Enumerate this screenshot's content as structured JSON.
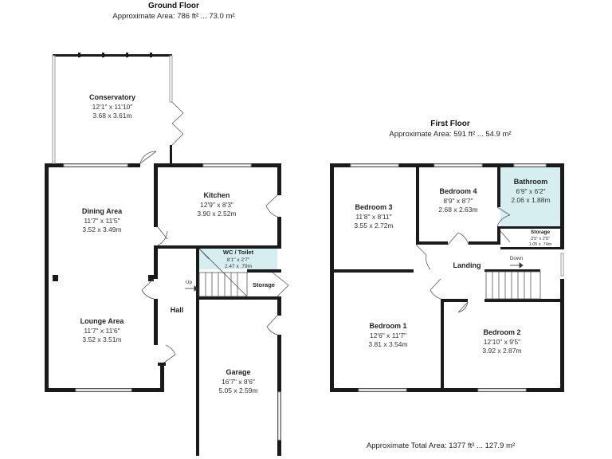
{
  "ground_floor": {
    "title": "Ground Floor",
    "area": "Approximate Area: 786 ft² ... 73.0 m²",
    "rooms": {
      "conservatory": {
        "name": "Conservatory",
        "imperial": "12'1\" x 11'10\"",
        "metric": "3.68 x 3.61m"
      },
      "kitchen": {
        "name": "Kitchen",
        "imperial": "12'9\" x 8'3\"",
        "metric": "3.90 x 2.52m"
      },
      "dining": {
        "name": "Dining Area",
        "imperial": "11'7\" x 11'5\"",
        "metric": "3.52 x 3.49m"
      },
      "wc": {
        "name": "WC / Toilet",
        "imperial": "8'1\" x 2'7\"",
        "metric": "2.47 x .79m"
      },
      "storage": {
        "name": "Storage"
      },
      "hall": {
        "name": "Hall"
      },
      "lounge": {
        "name": "Lounge Area",
        "imperial": "11'7\" x 11'6\"",
        "metric": "3.52 x 3.51m"
      },
      "garage": {
        "name": "Garage",
        "imperial": "16'7\" x 8'6\"",
        "metric": "5.05 x 2.59m"
      }
    },
    "stairs_label": "Up"
  },
  "first_floor": {
    "title": "First Floor",
    "area": "Approximate Area: 591 ft² ... 54.9 m²",
    "rooms": {
      "bedroom3": {
        "name": "Bedroom 3",
        "imperial": "11'8\" x 8'11\"",
        "metric": "3.55 x 2.72m"
      },
      "bedroom4": {
        "name": "Bedroom 4",
        "imperial": "8'9\" x 8'7\"",
        "metric": "2.68 x 2.63m"
      },
      "bathroom": {
        "name": "Bathroom",
        "imperial": "6'9\" x 6'2\"",
        "metric": "2.06 x 1.88m"
      },
      "storage": {
        "name": "Storage",
        "imperial": "3'5\" x 2'5\"",
        "metric": "1.05 x .74m"
      },
      "landing": {
        "name": "Landing"
      },
      "bedroom1": {
        "name": "Bedroom 1",
        "imperial": "12'6\" x 11'7\"",
        "metric": "3.81 x 3.54m"
      },
      "bedroom2": {
        "name": "Bedroom 2",
        "imperial": "12'10\" x 9'5\"",
        "metric": "3.92 x 2.87m"
      }
    },
    "stairs_label": "Down"
  },
  "total_area": "Approximate Total Area: 1377 ft² ... 127.9 m²",
  "colors": {
    "wall": "#1a1a1a",
    "wet_room": "#d6eef0",
    "window": "#9a9a9a"
  }
}
